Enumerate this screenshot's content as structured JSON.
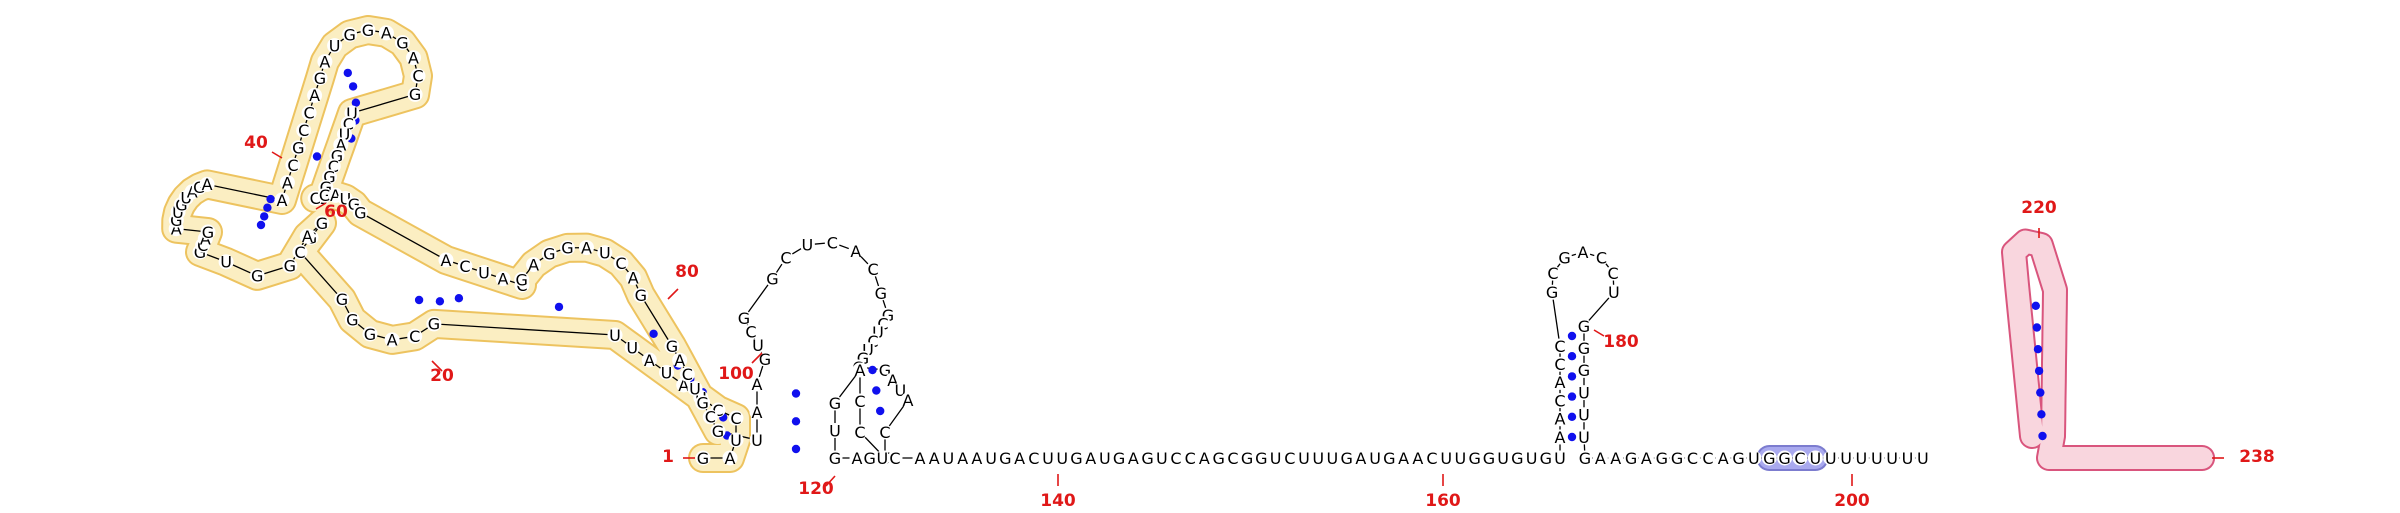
{
  "diagram": {
    "type": "rna-secondary-structure",
    "sequence": "GAUCCUAUAUUGCAGGGCGGAGGUGCAGAGUGUAGAAACGCCAGAUGGAGACGUCUAGCGGCCGAUGGACUACGAGGAUCAGGACUGCGUAAGUCGGCUCACGGCUCUGCGAUACUCCAGUGAGUCAAUAAUGACUUGAUGAGUCCAGCGGUCUUUGAUGAACUUGGUGUGUAACACCGCGACCUGGGUUUGAAGAGGCCAGUGGCUUUUUUUU",
    "base_pair_dot": "•",
    "position_labels": [
      "1",
      "20",
      "40",
      "60",
      "80",
      "100",
      "120",
      "140",
      "160",
      "180",
      "200",
      "220",
      "238"
    ],
    "colors": {
      "pair_dot": "#1010ee",
      "position_label": "#e01818",
      "highlight_yellow_fill": "#fbeec2",
      "highlight_yellow_stroke": "#edc35f",
      "highlight_blue_fill": "#a9a9ee",
      "highlight_blue_stroke": "#7c7ccf",
      "highlight_pink_fill": "#f9d6de",
      "highlight_pink_stroke": "#d9557d"
    }
  }
}
